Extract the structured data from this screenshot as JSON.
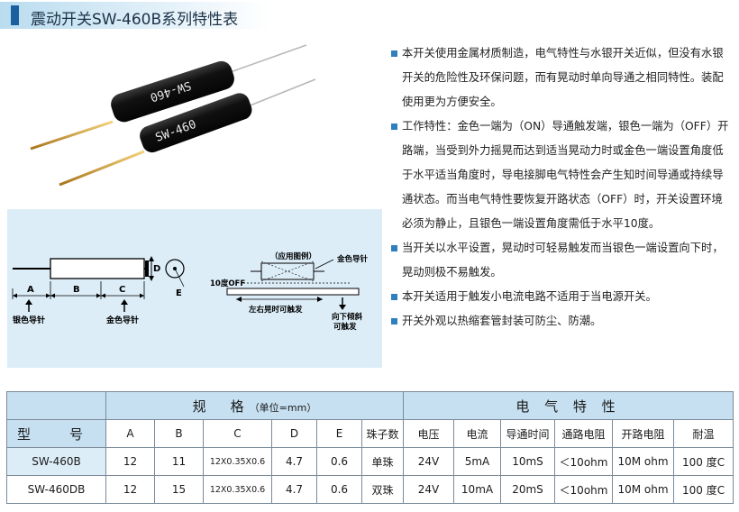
{
  "page": {
    "title": "震动开关SW-460B系列特性表"
  },
  "photo": {
    "switch1_marking": "SW-460",
    "switch2_marking": "SW-460"
  },
  "diagram": {
    "label_a": "A",
    "label_b": "B",
    "label_c": "C",
    "label_d": "D",
    "label_e": "E",
    "silver_lead": "银色导针",
    "gold_lead": "金色导针",
    "application_example": "（应用图例）",
    "gold_lead_right": "金色导针",
    "angle_off": "10度OFF",
    "left_right_shake": "左右晃时可触发",
    "downward_tilt_1": "向下倾斜",
    "downward_tilt_2": "可触发"
  },
  "description": [
    "本开关使用金属材质制造，电气特性与水银开关近似，但没有水银开关的危险性及环保问题，而有晃动时单向导通之相同特性。装配使用更为方便安全。",
    "工作特性：金色一端为（ON）导通触发端，银色一端为（OFF）开路端，当受到外力摇晃而达到适当晃动力时或金色一端设置角度低于水平适当角度时，导电接脚电气特性会产生知时间导通或持续导通状态。而当电气特性要恢复开路状态（OFF）时，开关设置环境必须为静止，且银色一端设置角度需低于水平10度。",
    "当开关以水平设置，晃动时可轻易触发而当银色一端设置向下时，晃动则极不易触发。",
    "本开关适用于触发小电流电路不适用于当电源开关。",
    "开关外观以热缩套管封装可防尘、防潮。"
  ],
  "table": {
    "spec_header": "规　格",
    "spec_unit": "（单位=mm）",
    "elec_header": "电 气 特 性",
    "model_header": "型　号",
    "columns": [
      "A",
      "B",
      "C",
      "D",
      "E",
      "珠子数",
      "电压",
      "电流",
      "导通时间",
      "通路电阻",
      "开路电阻",
      "耐温"
    ],
    "rows": [
      {
        "model": "SW-460B",
        "a": "12",
        "b": "11",
        "c": "12X0.35X0.6",
        "d": "4.7",
        "e": "0.6",
        "beads": "单珠",
        "voltage": "24V",
        "current": "5mA",
        "time": "10mS",
        "on_res": "＜10ohm",
        "off_res": "10M ohm",
        "temp": "100 度C"
      },
      {
        "model": "SW-460DB",
        "a": "12",
        "b": "15",
        "c": "12X0.35X0.6",
        "d": "4.7",
        "e": "0.6",
        "beads": "双珠",
        "voltage": "24V",
        "current": "10mA",
        "time": "20mS",
        "on_res": "＜10ohm",
        "off_res": "10M ohm",
        "temp": "100 度C"
      }
    ]
  },
  "colors": {
    "accent": "#1a5f9e",
    "header_bg": "#c6e0f1",
    "panel_bg": "#dcedf8"
  }
}
